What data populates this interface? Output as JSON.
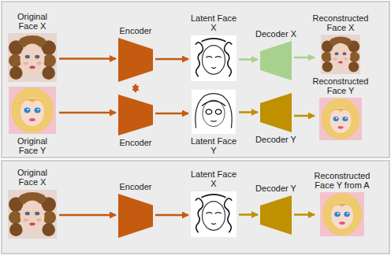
{
  "diagram": {
    "nodes": [
      {
        "text": [
          "Original Face X"
        ]
      },
      {
        "text": [
          "Encoder"
        ]
      },
      {
        "text": [
          "Latent Face X"
        ]
      },
      {
        "text": [
          "Decoder X"
        ]
      },
      {
        "text": [
          "Reconstructed Face X"
        ]
      },
      {
        "text": [
          "Original Face Y"
        ]
      },
      {
        "text": [
          "Encoder"
        ]
      },
      {
        "text": [
          "Latent Face Y"
        ]
      },
      {
        "text": [
          "Decoder Y"
        ]
      },
      {
        "text": [
          "Reconstructed Face Y"
        ]
      },
      {
        "text": [
          "Original Face X"
        ]
      },
      {
        "text": [
          "Encoder"
        ]
      },
      {
        "text": [
          "Latent Face X"
        ]
      },
      {
        "text": [
          "Decoder Y"
        ]
      },
      {
        "text": [
          "Reconstructed Face Y from A"
        ]
      }
    ],
    "edges": [
      {
        "from": 0,
        "to": 1,
        "arrow": "to"
      },
      {
        "from": 1,
        "to": 2,
        "arrow": "to"
      },
      {
        "from": 2,
        "to": 3,
        "arrow": "to"
      },
      {
        "from": 3,
        "to": 4,
        "arrow": "to"
      },
      {
        "from": 1,
        "to": 6,
        "arrow": "both"
      },
      {
        "from": 5,
        "to": 6,
        "arrow": "to"
      },
      {
        "from": 6,
        "to": 7,
        "arrow": "to"
      },
      {
        "from": 7,
        "to": 8,
        "arrow": "to"
      },
      {
        "from": 8,
        "to": 9,
        "arrow": "to"
      },
      {
        "from": 10,
        "to": 11,
        "arrow": "to"
      },
      {
        "from": 11,
        "to": 12,
        "arrow": "to"
      },
      {
        "from": 12,
        "to": 13,
        "arrow": "to"
      },
      {
        "from": 13,
        "to": 14,
        "arrow": "to"
      }
    ]
  }
}
